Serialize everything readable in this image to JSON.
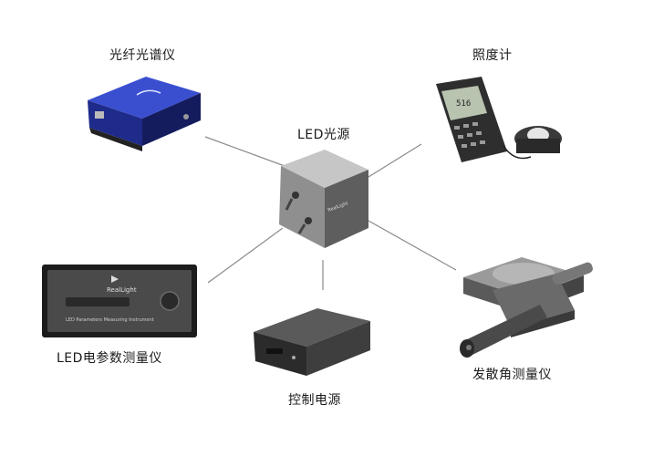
{
  "labels": {
    "spectrometer": "光纤光谱仪",
    "illuminometer": "照度计",
    "led_source": "LED光源",
    "led_meter": "LED电参数测量仪",
    "power_supply": "控制电源",
    "goniometer": "发散角测量仪"
  },
  "device_text": {
    "brand": "RealLight",
    "meter_caption": "LED Parameters Measuring Instrument",
    "cube_logo": "RealLight"
  },
  "colors": {
    "line": "#8a8a8a",
    "spectrometer_blue": "#2a3aa8",
    "metal_dark": "#3a3a3a",
    "metal_mid": "#8c8c8c",
    "metal_light": "#c9c9c9"
  }
}
